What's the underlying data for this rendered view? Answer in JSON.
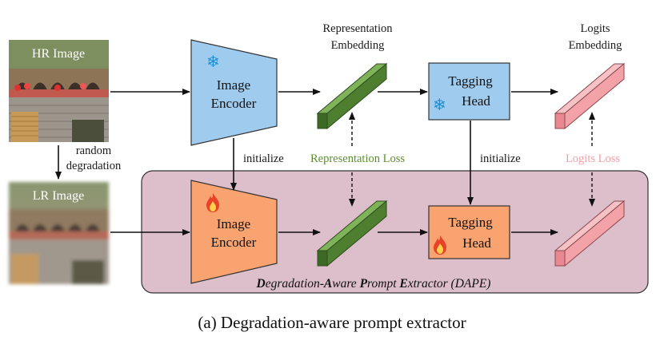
{
  "images": {
    "hr_label": "HR Image",
    "lr_label": "LR Image",
    "degradation_line1": "random",
    "degradation_line2": "degradation"
  },
  "encoder_top": {
    "line1": "Image",
    "line2": "Encoder",
    "state_icon": "snowflake-icon"
  },
  "encoder_bottom": {
    "line1": "Image",
    "line2": "Encoder",
    "state_icon": "flame-icon"
  },
  "tagging_top": {
    "line1": "Tagging",
    "line2": "Head",
    "state_icon": "snowflake-icon"
  },
  "tagging_bottom": {
    "line1": "Tagging",
    "line2": "Head",
    "state_icon": "flame-icon"
  },
  "representation_embedding": {
    "line1": "Representation",
    "line2": "Embedding"
  },
  "logits_embedding": {
    "line1": "Logits",
    "line2": "Embedding"
  },
  "initialize_left": "initialize",
  "initialize_right": "initialize",
  "representation_loss": "Representation Loss",
  "logits_loss": "Logits Loss",
  "dape_title": {
    "w1_cap": "D",
    "w1_rest": "egradation-",
    "w2_cap": "A",
    "w2_rest": "ware ",
    "w3_cap": "P",
    "w3_rest": "rompt ",
    "w4_cap": "E",
    "w4_rest": "xtractor (DAPE)"
  },
  "caption": "(a) Degradation-aware prompt extractor",
  "colors": {
    "frozen_fill": "#9fcbee",
    "trainable_fill": "#f9a470",
    "rep_embedding": "#5b8f3c",
    "logit_embedding": "#f3a3a8",
    "dape_bg": "#dcbfca",
    "rep_loss_text": "#5a8f2e",
    "logits_loss_text": "#f0a0a8"
  }
}
